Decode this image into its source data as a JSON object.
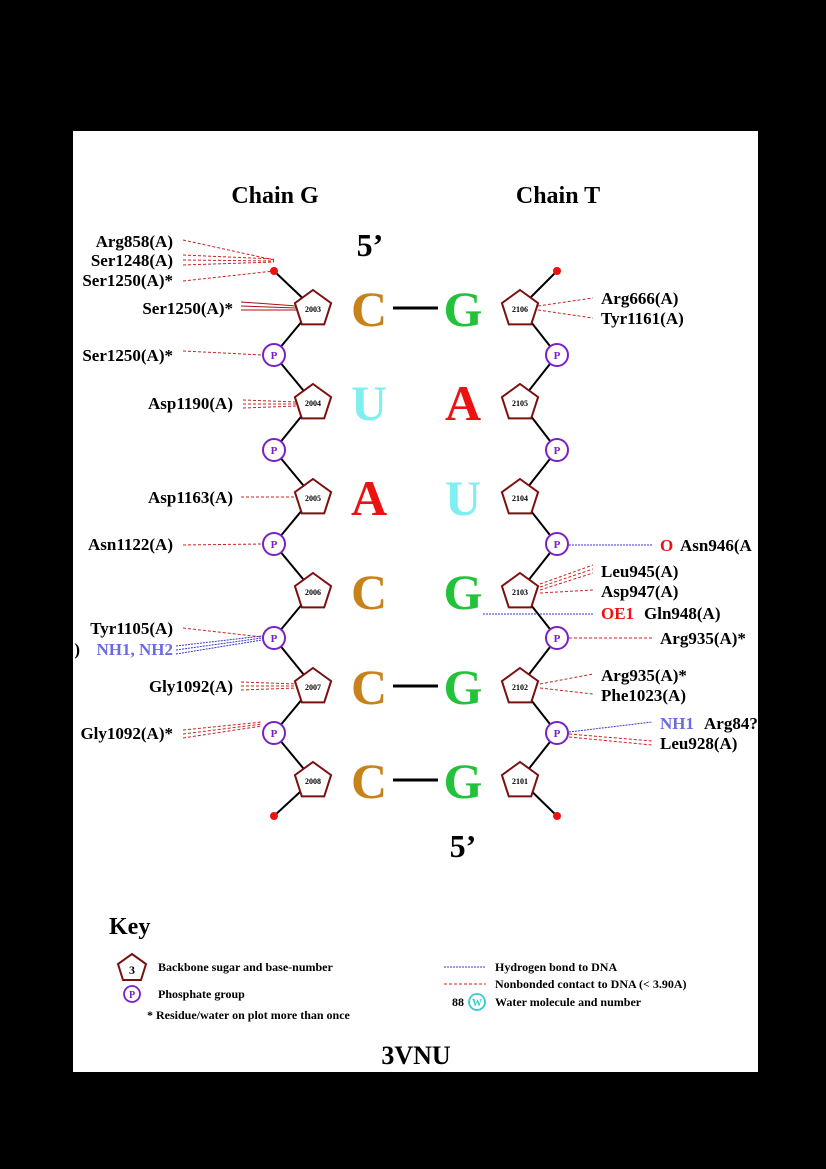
{
  "chains": {
    "left": "Chain G",
    "right": "Chain T"
  },
  "five_prime": {
    "top": "5’",
    "bottom": "5’"
  },
  "colors": {
    "C": "#c8821a",
    "G": "#22c23a",
    "U": "#7fefef",
    "A": "#ee1111",
    "sugar": "#7a1010",
    "phosphate": "#7a20c8",
    "nonbonded": "#cc2222",
    "hbond": "#3a3acc",
    "atom_blue": "#6a6ae6",
    "atom_red": "#ee1111",
    "terminal": "#ee1111",
    "water": "#33cccc"
  },
  "pairs": [
    {
      "left_base": "C",
      "left_num": "2003",
      "right_base": "G",
      "right_num": "2106",
      "paired": true
    },
    {
      "left_base": "U",
      "left_num": "2004",
      "right_base": "A",
      "right_num": "2105",
      "paired": false
    },
    {
      "left_base": "A",
      "left_num": "2005",
      "right_base": "U",
      "right_num": "2104",
      "paired": false
    },
    {
      "left_base": "C",
      "left_num": "2006",
      "right_base": "G",
      "right_num": "2103",
      "paired": false
    },
    {
      "left_base": "C",
      "left_num": "2007",
      "right_base": "G",
      "right_num": "2102",
      "paired": true
    },
    {
      "left_base": "C",
      "left_num": "2008",
      "right_base": "G",
      "right_num": "2101",
      "paired": true
    }
  ],
  "phosphate_label": "P",
  "left_labels": [
    "Arg858(A)",
    "Ser1248(A)",
    "Ser1250(A)*",
    "Ser1250(A)*",
    "Ser1250(A)*",
    "Asp1190(A)",
    "Asp1163(A)",
    "Asn1122(A)",
    "Tyr1105(A)",
    ")",
    "NH1, NH2",
    "Gly1092(A)",
    "Gly1092(A)*"
  ],
  "right_labels": [
    "Arg666(A)",
    "Tyr1161(A)",
    "O",
    "Asn946(A",
    "Leu945(A)",
    "Asp947(A)",
    "OE1",
    "Gln948(A)",
    "Arg935(A)*",
    "Arg935(A)*",
    "Phe1023(A)",
    "NH1",
    "Arg84?",
    "Leu928(A)"
  ],
  "key": {
    "title": "Key",
    "sugar_example": "3",
    "sugar_desc": "Backbone sugar and base-number",
    "phosphate_desc": "Phosphate group",
    "star_note": "* Residue/water on plot more than once",
    "hbond_desc": "Hydrogen bond to DNA",
    "nonbonded_desc": "Nonbonded contact to DNA (< 3.90A)",
    "water_number": "88",
    "water_symbol": "W",
    "water_desc": "Water molecule and number"
  },
  "pdb_code": "3VNU"
}
